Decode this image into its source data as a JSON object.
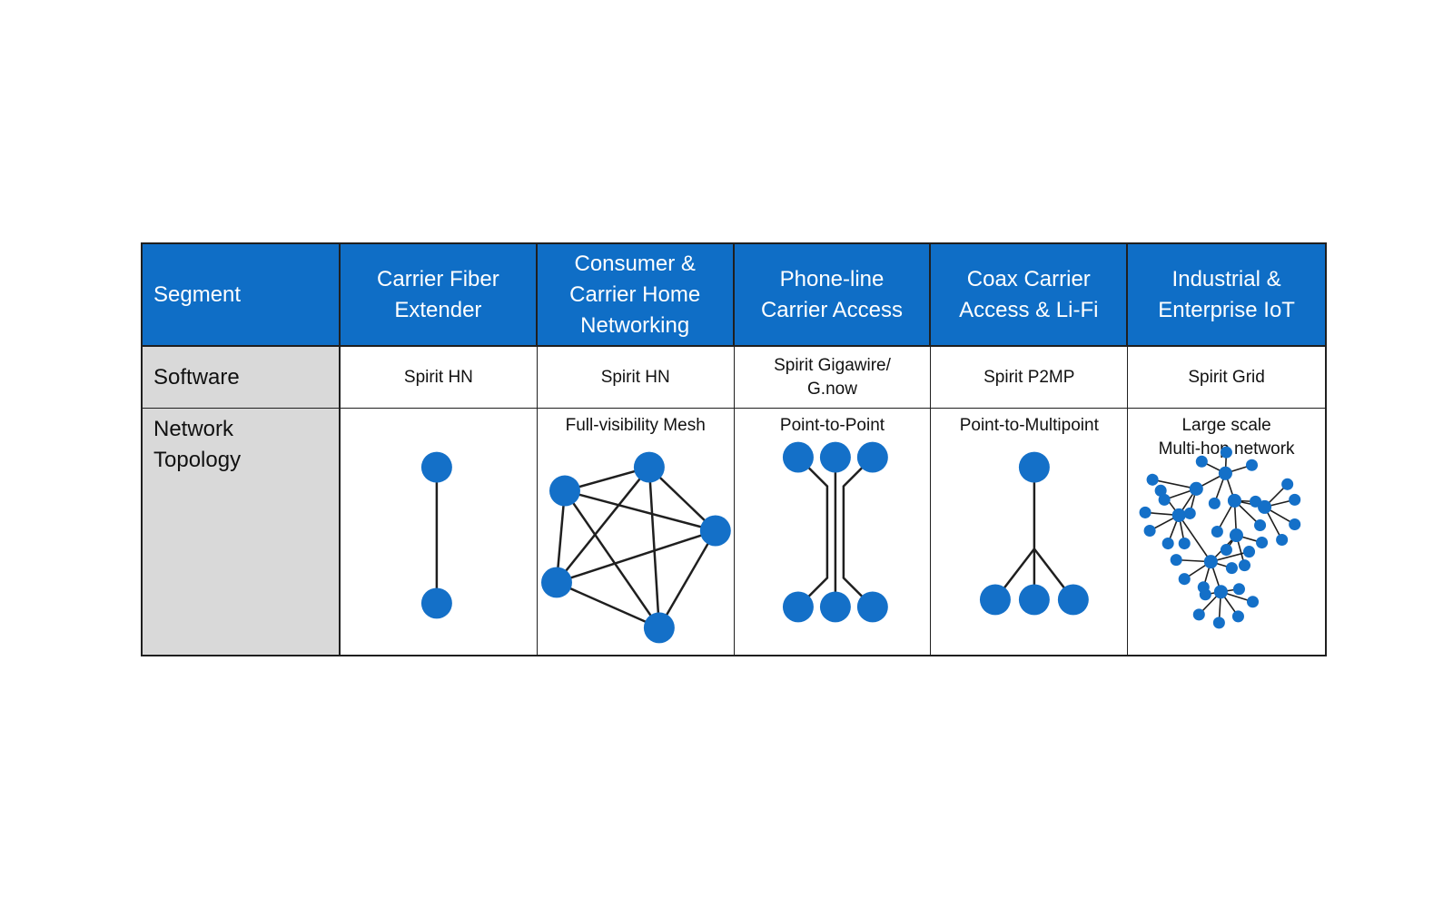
{
  "colors": {
    "header_bg": "#0f6ec6",
    "node_blue": "#1470c8",
    "label_bg": "#d9d9d9",
    "line": "#1f1f1f"
  },
  "table": {
    "header": {
      "segment_label": "Segment",
      "columns": [
        "Carrier Fiber\nExtender",
        "Consumer &\nCarrier Home\nNetworking",
        "Phone-line\nCarrier Access",
        "Coax Carrier\nAccess & Li-Fi",
        "Industrial &\nEnterprise IoT"
      ]
    },
    "software_row": {
      "label": "Software",
      "values": [
        "Spirit HN",
        "Spirit HN",
        "Spirit Gigawire/\nG.now",
        "Spirit P2MP",
        "Spirit Grid"
      ]
    },
    "topology_row": {
      "label": "Network\nTopology",
      "titles": [
        "",
        "Full-visibility Mesh",
        "Point-to-Point",
        "Point-to-Multipoint",
        "Large scale\nMulti-hop network"
      ],
      "icons": [
        "point-to-point-link-icon",
        "full-mesh-icon",
        "parallel-point-to-point-icon",
        "point-to-multipoint-icon",
        "multi-hop-tree-icon"
      ]
    }
  }
}
